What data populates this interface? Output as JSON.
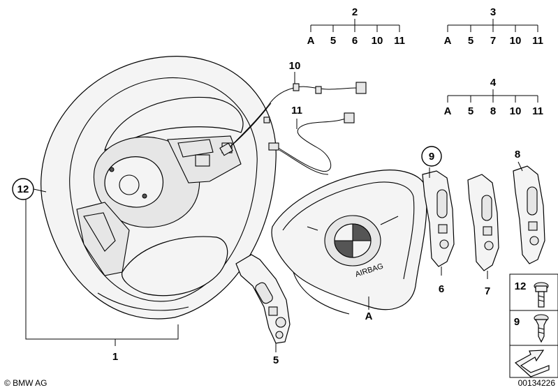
{
  "diagram": {
    "callouts": {
      "steering_wheel": "1",
      "button_left": "5",
      "airbag": "A",
      "module_6": "6",
      "module_7": "7",
      "module_8": "8",
      "module_9": "9",
      "cable_10": "10",
      "cable_11": "11",
      "circle_12": "12"
    },
    "trees": [
      {
        "root": "2",
        "leaves": [
          "A",
          "5",
          "6",
          "10",
          "11"
        ]
      },
      {
        "root": "3",
        "leaves": [
          "A",
          "5",
          "7",
          "10",
          "11"
        ]
      },
      {
        "root": "4",
        "leaves": [
          "A",
          "5",
          "8",
          "10",
          "11"
        ]
      }
    ],
    "fastener_boxes": [
      {
        "label": "12",
        "icon": "torx-bolt-icon"
      },
      {
        "label": "9",
        "icon": "self-tapping-screw-icon"
      }
    ],
    "airbag_text": "AIRBAG",
    "direction_icon": "arrow-direction-icon",
    "copyright": "© BMW AG",
    "drawing_number": "00134226"
  }
}
